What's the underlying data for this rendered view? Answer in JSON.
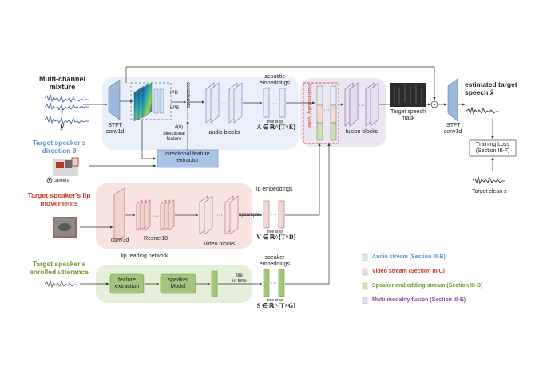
{
  "inputs": {
    "mixture_title": "Multi-channel mixture",
    "mixture_symbol": "y",
    "direction_label": "Target speaker's direction θ",
    "camera_label": "camera",
    "lip_label": "Target speaker's lip movements",
    "enrolled_label": "Target speaker's enrolled utterance"
  },
  "audio": {
    "stft": "STFT\nconv1d",
    "ipd": "IPD",
    "lps": "LPS",
    "concatenate": "concatenate",
    "d_theta": "d(θ)",
    "directional_feature_caption": "directional feature",
    "audio_blocks": "audio blocks",
    "dir_extractor": "directional feature extractor",
    "acoustic_embeddings": "acoustic embeddings",
    "time_step": "time step",
    "acoustic_symbol": "A ∈ ℝ^{T×E}"
  },
  "fusion": {
    "mm_fusion": "Multi-modality fusion",
    "fusion_blocks": "fusion blocks",
    "mask_label": "Target speech mask",
    "istft": "iSTFT\nconv1d",
    "estimated_label": "estimated target speech x̂",
    "training_loss": "Training Loss\n(Section III-F)",
    "target_clean": "Target clean x"
  },
  "video": {
    "conv3d": "conv3d",
    "resnet18": "Resnet18",
    "lip_reading_network": "lip reading network",
    "video_blocks": "video blocks",
    "upsample": "upsample",
    "lip_embeddings": "lip embeddings",
    "time_step": "time step",
    "lip_symbol": "V ∈ ℝ^{T×D}"
  },
  "speaker": {
    "feature_extraction": "feature\nextraction",
    "speaker_model": "speaker\nModel",
    "tile_in_time": "tile\nin time",
    "speaker_embeddings": "speaker embeddings",
    "time_step": "time step",
    "speaker_symbol": "S ∈ ℝ^{T×G}"
  },
  "legend": [
    {
      "label": "Audio stream (Section III-B)",
      "color": "#5b8fd0",
      "swatch": "#dbe6f5"
    },
    {
      "label": "Video stream (Section III-C)",
      "color": "#c0392b",
      "swatch": "#f3d9d6"
    },
    {
      "label": "Speaker embedding stream (Section III-D)",
      "color": "#6e9a2e",
      "swatch": "#cfe0b4"
    },
    {
      "label": "Multi-modality fusion (Section III-E)",
      "color": "#8e44ad",
      "swatch": "#e2d7ef"
    }
  ],
  "colors": {
    "audio_bg": "#e9f0f9",
    "video_bg": "#f7e3e0",
    "speaker_bg": "#e6efd9",
    "fusion_bg": "#ebe6f1",
    "blue_box": "#a9c4e4",
    "green_box": "#a3c67f"
  }
}
